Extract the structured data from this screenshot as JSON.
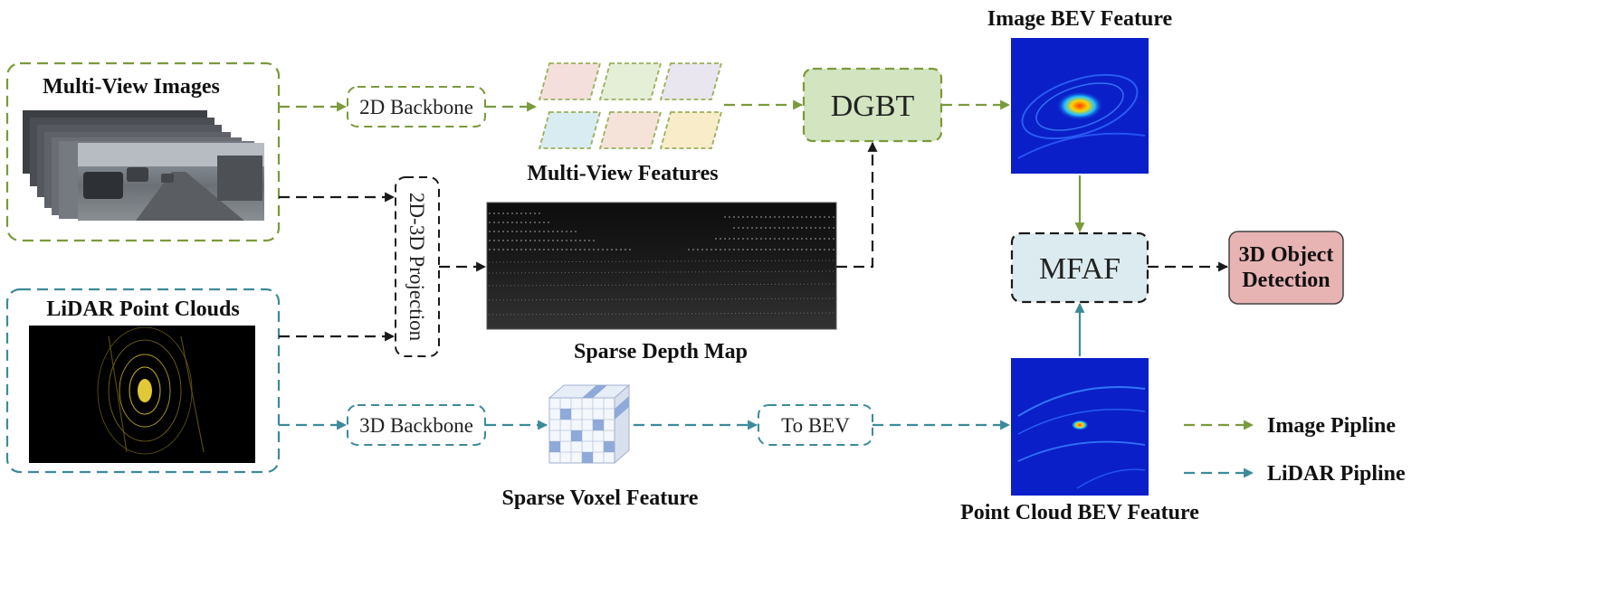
{
  "inputs": {
    "multi_view_images": "Multi-View Images",
    "lidar_point_clouds": "LiDAR Point Clouds"
  },
  "modules": {
    "backbone_2d": "2D Backbone",
    "projection_2d_3d": "2D-3D Projection",
    "backbone_3d": "3D Backbone",
    "to_bev": "To BEV",
    "dgbt": "DGBT",
    "mfaf": "MFAF",
    "detection_line1": "3D Object",
    "detection_line2": "Detection"
  },
  "features": {
    "multi_view_features": "Multi-View Features",
    "sparse_depth_map": "Sparse Depth Map",
    "sparse_voxel_feature": "Sparse Voxel Feature",
    "image_bev_feature": "Image BEV Feature",
    "point_cloud_bev_feature": "Point Cloud BEV Feature"
  },
  "legend": {
    "image_pipeline": "Image Pipline",
    "lidar_pipeline": "LiDAR Pipline"
  },
  "colors": {
    "image_pipeline": "#7a9a3c",
    "lidar_pipeline": "#3c8a9a",
    "neutral": "#1a1a1a",
    "dgbt_fill": "#d3e4c0",
    "mfaf_fill": "#dcebf0",
    "detection_fill": "#e8b3b3",
    "bev_background": "#0a1fc8"
  }
}
